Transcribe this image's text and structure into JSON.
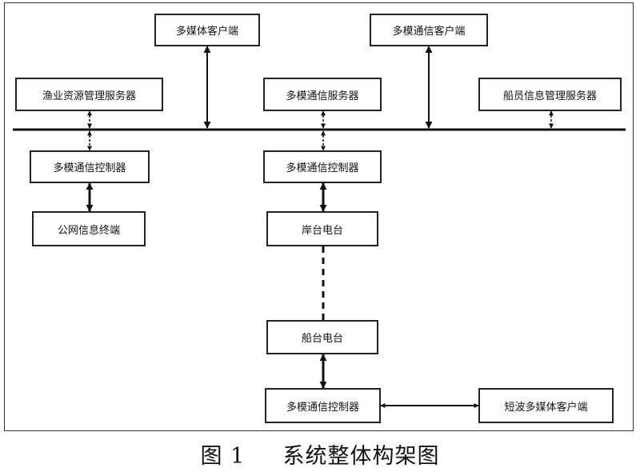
{
  "diagram": {
    "nodes": {
      "multimedia_client": "多媒体客户端",
      "multimode_client": "多模通信客户端",
      "fishery_server": "渔业资源管理服务器",
      "multimode_server": "多模通信服务器",
      "crew_server": "船员信息管理服务器",
      "controller_left": "多模通信控制器",
      "controller_center": "多模通信控制器",
      "public_terminal": "公网信息终端",
      "shore_station": "岸台电台",
      "ship_station": "船台电台",
      "controller_bottom": "多模通信控制器",
      "shortwave_client": "短波多媒体客户端"
    },
    "edges": [
      {
        "from": "multimedia_client",
        "to": "bus",
        "style": "solid-thick"
      },
      {
        "from": "multimode_client",
        "to": "bus",
        "style": "solid-thick"
      },
      {
        "from": "fishery_server",
        "to": "bus",
        "style": "dashed-thin"
      },
      {
        "from": "multimode_server",
        "to": "bus",
        "style": "dashed-thin"
      },
      {
        "from": "crew_server",
        "to": "bus",
        "style": "dashed-thin"
      },
      {
        "from": "bus",
        "to": "controller_left",
        "style": "dashed-thin"
      },
      {
        "from": "bus",
        "to": "controller_center",
        "style": "dashed-thin"
      },
      {
        "from": "controller_left",
        "to": "public_terminal",
        "style": "solid-thick"
      },
      {
        "from": "controller_center",
        "to": "shore_station",
        "style": "solid-thick"
      },
      {
        "from": "shore_station",
        "to": "ship_station",
        "style": "dashed-no-arrow"
      },
      {
        "from": "ship_station",
        "to": "controller_bottom",
        "style": "solid-thick"
      },
      {
        "from": "controller_bottom",
        "to": "shortwave_client",
        "style": "solid-thin"
      }
    ]
  },
  "caption": {
    "figure_number": "图 1",
    "title": "系统整体构架图"
  }
}
